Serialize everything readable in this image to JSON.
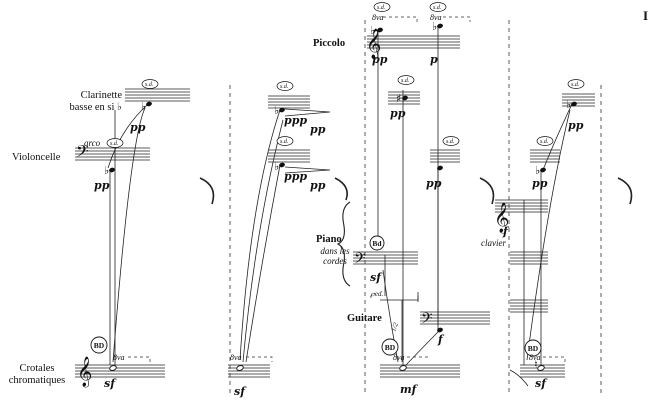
{
  "page": {
    "number": "I"
  },
  "instruments": {
    "clarinet_line1": "Clarinette",
    "clarinet_line2": "basse en si ♭",
    "cello": "Violoncelle",
    "piccolo": "Piccolo",
    "piano": "Piano",
    "piano_sub1": "dans les",
    "piano_sub2": "cordes",
    "guitar": "Guitare",
    "crotales_line1": "Crotales",
    "crotales_line2": "chromatiques"
  },
  "marks": {
    "sd": "s.d.",
    "arco": "arco",
    "ottava": "8va",
    "bd": "BD",
    "bd_small": "Bd",
    "clavier": "clavier",
    "tremolo": "1/2",
    "ped": "℘ed."
  },
  "dynamics": {
    "pp": "pp",
    "ppp": "ppp",
    "p": "p",
    "f": "f",
    "sf": "sf",
    "mf": "mf"
  }
}
